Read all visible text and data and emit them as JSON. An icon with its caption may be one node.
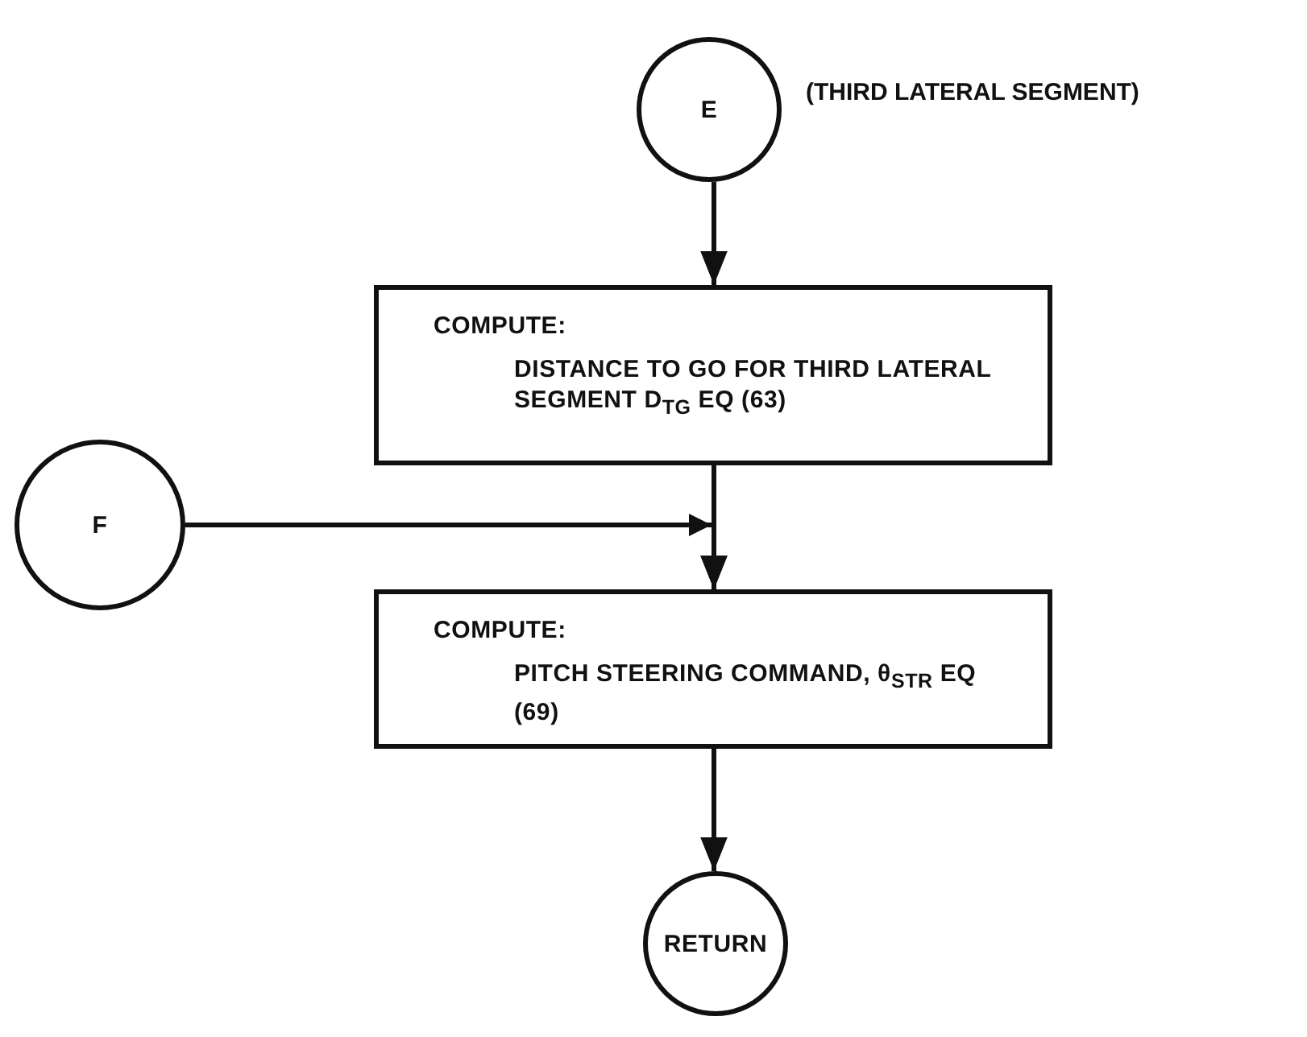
{
  "diagram": {
    "nodes": [
      {
        "text": [
          "E"
        ],
        "beside": [
          "(THIRD LATERAL SEGMENT)"
        ]
      },
      {
        "text": [
          "COMPUTE:",
          "DISTANCE TO GO FOR THIRD LATERAL SEGMENT D$_{TG}$ EQ (63)"
        ]
      },
      {
        "text": [
          "F"
        ]
      },
      {
        "text": [
          "COMPUTE:",
          "PITCH STEERING COMMAND, θ$_{STR}$ EQ (69)"
        ]
      },
      {
        "text": [
          "RETURN"
        ]
      }
    ],
    "edges": [
      {
        "from": 0,
        "to": 1,
        "arrow": "to"
      },
      {
        "from": 1,
        "to": 3,
        "arrow": "to"
      },
      {
        "from": 2,
        "to": 3,
        "arrow": "to"
      },
      {
        "from": 3,
        "to": 4,
        "arrow": "to"
      }
    ]
  }
}
